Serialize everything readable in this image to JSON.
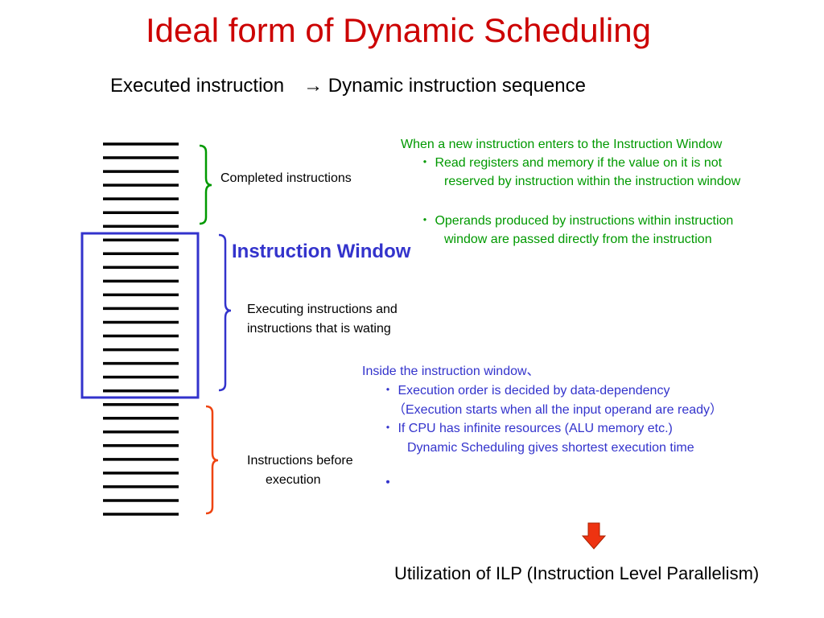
{
  "slide": {
    "title": "Ideal form of Dynamic Scheduling",
    "subtitle": "Executed instruction　→  Dynamic instruction sequence",
    "conclusion": "Utilization of ILP (Instruction Level Parallelism)"
  },
  "labels": {
    "completed": "Completed instructions",
    "window": "Instruction Window",
    "executing_line1": "Executing instructions and",
    "executing_line2": "instructions that is wating",
    "before_line1": "Instructions before",
    "before_line2": "execution"
  },
  "green_note": {
    "header": "When a new instruction enters to the Instruction Window",
    "bullet1_line1": "・ Read registers and memory if the value on it is not",
    "bullet1_line2": "reserved by instruction within the instruction window",
    "bullet2_line1": "・ Operands produced by instructions within instruction",
    "bullet2_line2": "window are passed directly from the instruction"
  },
  "blue_note": {
    "header": "Inside the instruction window、",
    "bullet1_line1": "・ Execution order is decided by data-dependency",
    "bullet1_line2": "（Execution starts when all the input operand are ready）",
    "bullet2_line1": "・ If CPU has infinite resources (ALU memory etc.)",
    "bullet2_line2": "Dynamic Scheduling gives shortest execution time",
    "stray_dot": "・"
  },
  "instruction_stack": {
    "count": 28,
    "completed_count": 7,
    "window_count": 12,
    "pending_count": 9
  },
  "colors": {
    "title": "#cc0000",
    "window_box": "#3333cc",
    "completed_brace": "#009900",
    "window_brace": "#3333cc",
    "pending_brace": "#ee4411",
    "arrow_fill": "#ee3311",
    "green_text": "#009900",
    "blue_text": "#3333cc"
  }
}
